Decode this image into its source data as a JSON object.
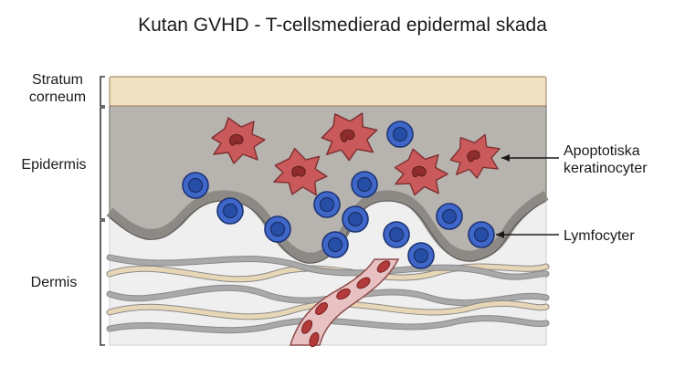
{
  "title": "Kutan GVHD - T-cellsmedierad epidermal skada",
  "labels": {
    "stratum_line1": "Stratum",
    "stratum_line2": "corneum",
    "epidermis": "Epidermis",
    "dermis": "Dermis",
    "apoptotic_line1": "Apoptotiska",
    "apoptotic_line2": "keratinocyter",
    "lymphocytes": "Lymfocyter"
  },
  "colors": {
    "stratum": "#f1e1c4",
    "epidermis": "#b7b3af",
    "basal_band": "#8d8a86",
    "dermis": "#efefef",
    "fiber_tan": "#e8d7b6",
    "fiber_gray": "#a9a9a9",
    "vessel": "#e8c2c2",
    "vessel_edge": "#8f4a4a",
    "erythrocyte": "#b23a3a",
    "keratinocyte": "#c9595a",
    "keratinocyte_nucleus": "#8f2c2c",
    "lymphocyte": "#3f66c9",
    "lymphocyte_nucleus": "#274ea6",
    "outline": "#3a3a3a"
  },
  "icons": {
    "lymphocyte": "lymphocyte-icon",
    "keratinocyte": "apoptotic-keratinocyte-icon",
    "erythrocyte": "erythrocyte-icon"
  }
}
